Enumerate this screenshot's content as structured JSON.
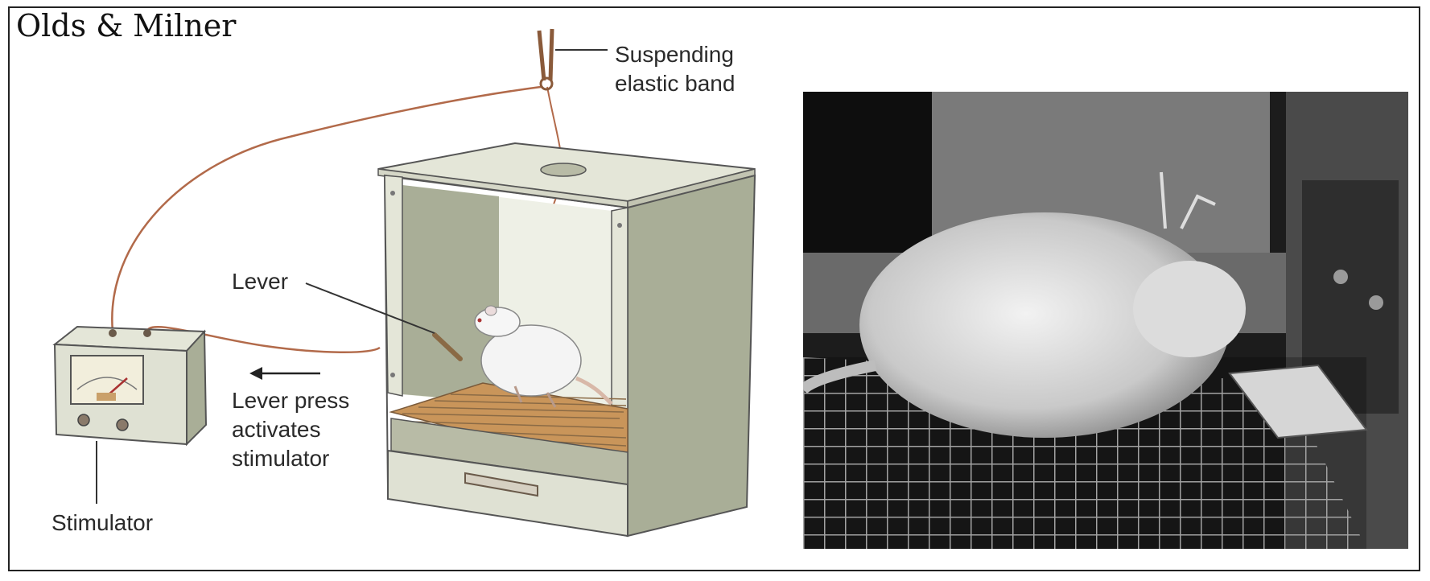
{
  "figure": {
    "title": "Olds & Milner",
    "labels": {
      "suspending_line1": "Suspending",
      "suspending_line2": "elastic band",
      "lever": "Lever",
      "press_line1": "Lever press",
      "press_line2": "activates",
      "press_line3": "stimulator",
      "stimulator": "Stimulator"
    }
  },
  "colors": {
    "box_face": "#c9cbb8",
    "box_top": "#e4e6d8",
    "interior": "#a9ae97",
    "wire": "#b26a4a",
    "grid_floor": "#c9955a"
  },
  "icons": {
    "arrow": "left-arrow-icon",
    "photo": "rat-photograph"
  }
}
